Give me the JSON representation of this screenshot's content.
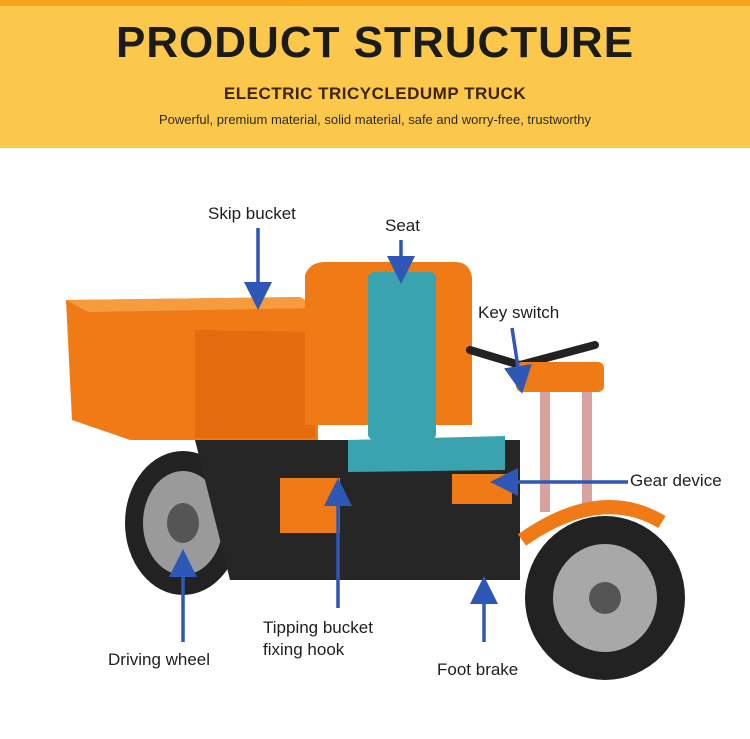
{
  "header": {
    "title": "PRODUCT STRUCTURE",
    "subtitle": "ELECTRIC TRICYCLEDUMP TRUCK",
    "tagline": "Powerful, premium material, solid material, safe and worry-free, trustworthy"
  },
  "labels": {
    "skip_bucket": "Skip bucket",
    "seat": "Seat",
    "key_switch": "Key switch",
    "gear_device": "Gear device",
    "driving_wheel": "Driving wheel",
    "tipping_line1": "Tipping bucket",
    "tipping_line2": "fixing hook",
    "foot_brake": "Foot brake"
  },
  "colors": {
    "header_bg": "#fbc84b",
    "body_orange": "#f07a16",
    "arrow_blue": "#2f57b5",
    "seat_teal": "#3aa3b0"
  }
}
